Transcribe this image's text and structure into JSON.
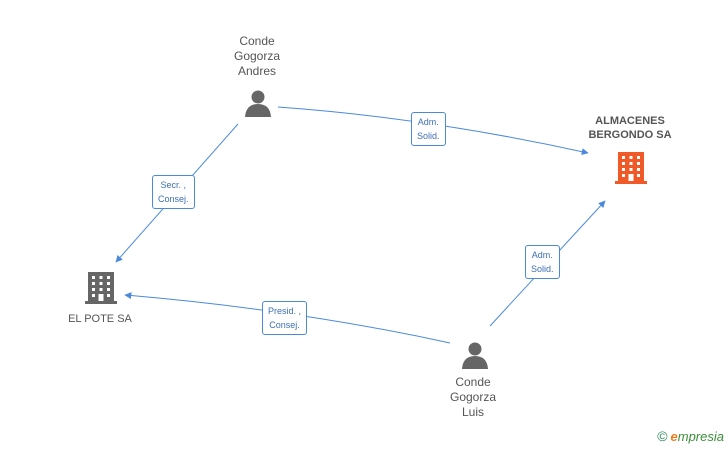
{
  "nodes": {
    "person_andres": {
      "label": "Conde\nGogorza\nAndres",
      "icon": "person-icon"
    },
    "person_luis": {
      "label": "Conde\nGogorza\nLuis",
      "icon": "person-icon"
    },
    "company_almacenes": {
      "label": "ALMACENES\nBERGONDO SA",
      "icon": "building-icon",
      "color": "#f05a28"
    },
    "company_elpote": {
      "label": "EL POTE SA",
      "icon": "building-icon",
      "color": "#666666"
    }
  },
  "edges": {
    "andres_almacenes": "Adm.\nSolid.",
    "andres_elpote": "Secr. ,\nConsej.",
    "luis_almacenes": "Adm.\nSolid.",
    "luis_elpote": "Presid. ,\nConsej."
  },
  "colors": {
    "edge": "#4a89dc",
    "person": "#666666",
    "main_company": "#f05a28",
    "other_company": "#666666"
  },
  "brand": {
    "copyright": "©",
    "e": "e",
    "rest": "mpresia"
  }
}
